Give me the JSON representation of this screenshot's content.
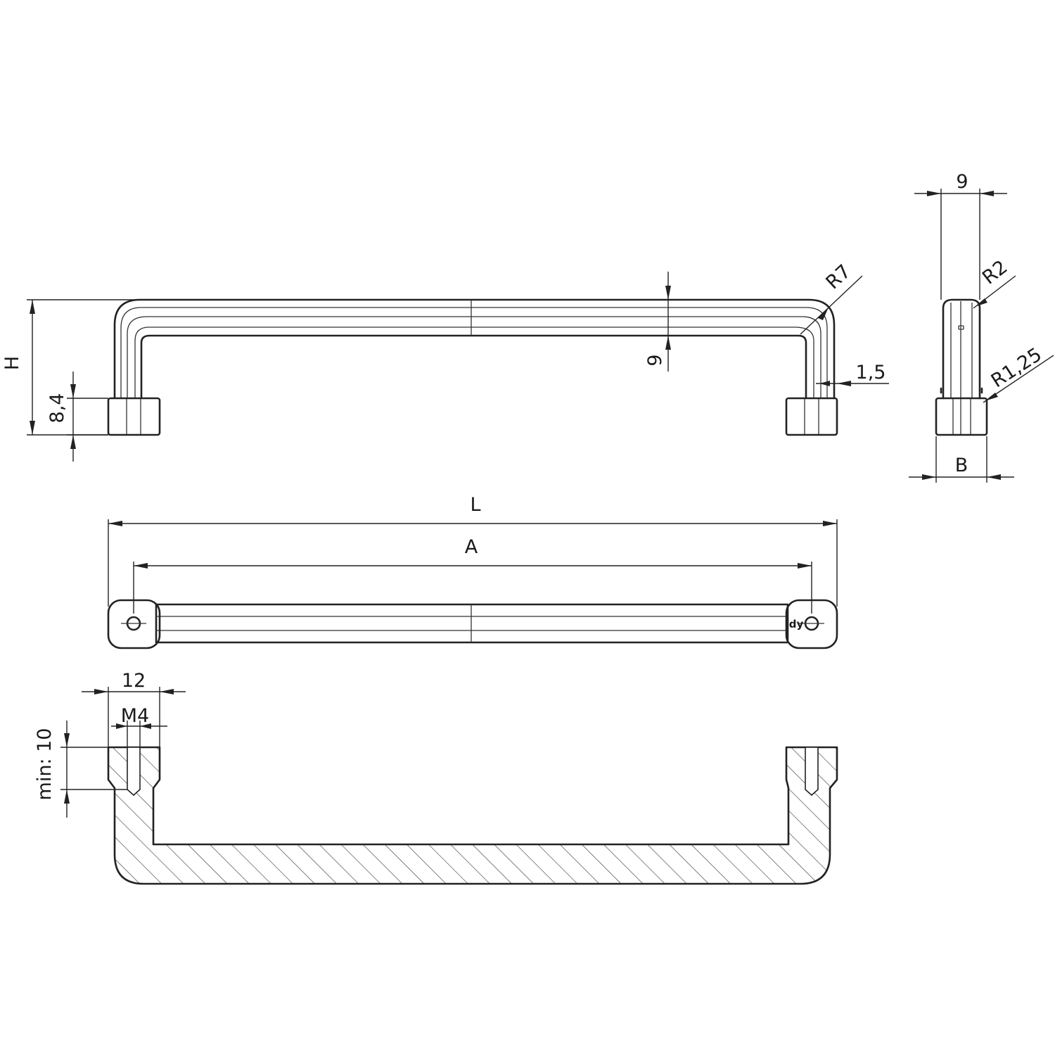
{
  "drawing": {
    "dimensions": {
      "h": "H",
      "h84": "8,4",
      "t9": "9",
      "r7": "R7",
      "t15": "1,5",
      "side9": "9",
      "r2": "R2",
      "r125": "R1,25",
      "b": "B",
      "l": "L",
      "a": "A",
      "d12": "12",
      "m4": "M4",
      "min10": "min: 10"
    },
    "logo": "dy",
    "views": [
      "front-view",
      "side-view",
      "top-view",
      "section-view"
    ]
  }
}
